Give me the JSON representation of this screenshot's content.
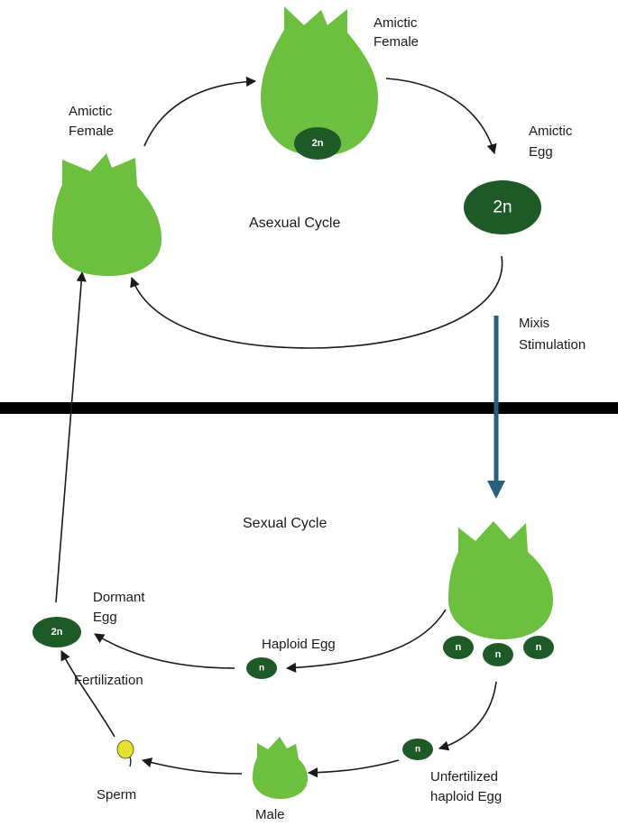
{
  "labels": {
    "amictic_female_top": [
      "Amictic",
      "Female"
    ],
    "amictic_female_left": [
      "Amictic",
      "Female"
    ],
    "amictic_egg": [
      "Amictic",
      "Egg"
    ],
    "asexual_cycle": "Asexual Cycle",
    "mixis_stimulation": [
      "Mixis",
      "Stimulation"
    ],
    "sexual_cycle": "Sexual Cycle",
    "dormant_egg": [
      "Dormant",
      "Egg"
    ],
    "haploid_egg": "Haploid Egg",
    "fertilization": "Fertilization",
    "sperm": "Sperm",
    "male": "Male",
    "unfertilized_haploid_egg": [
      "Unfertilized",
      "haploid Egg"
    ]
  },
  "eggs": {
    "diploid": "2n",
    "haploid": "n"
  },
  "colors": {
    "organism": "#6cbf3f",
    "egg": "#1e5a28",
    "divider": "#000000",
    "mixis_arrow": "#2a5f7c",
    "sperm": "#e3e32d",
    "arrow": "#1a1a1a"
  }
}
